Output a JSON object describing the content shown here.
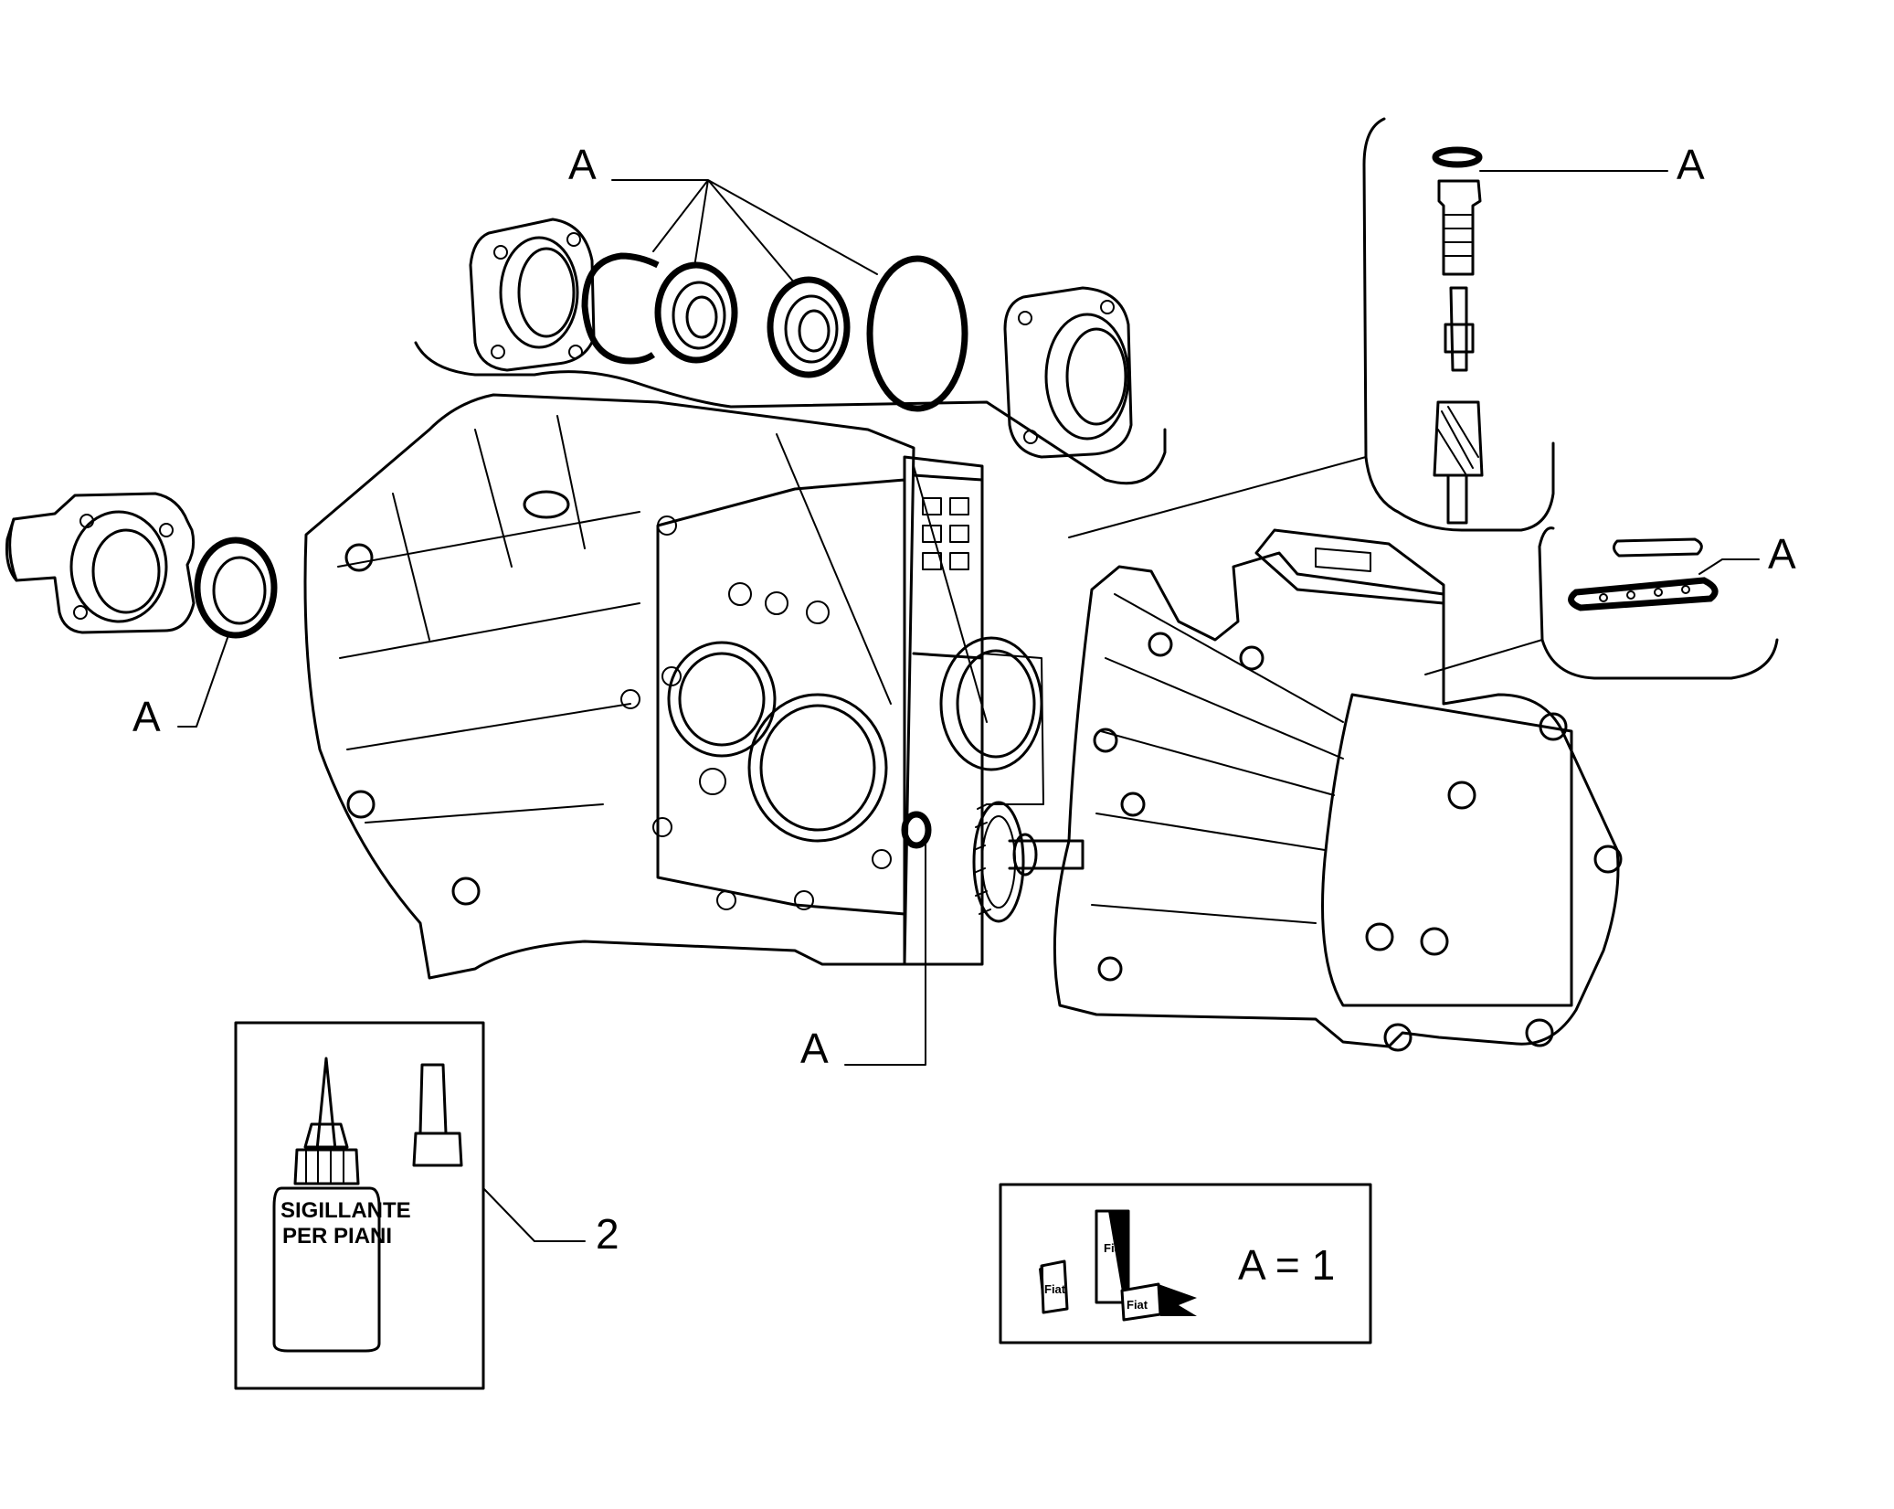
{
  "callouts": {
    "top_seals": "A",
    "top_right_seal": "A",
    "right_gasket": "A",
    "left_seal": "A",
    "center_oring": "A",
    "sealant": "2"
  },
  "sealant_bottle": {
    "label_line1": "SIGILLANTE",
    "label_line2": "PER PIANI"
  },
  "legend": {
    "equation": "A = 1",
    "brand_text": "Fiat"
  }
}
